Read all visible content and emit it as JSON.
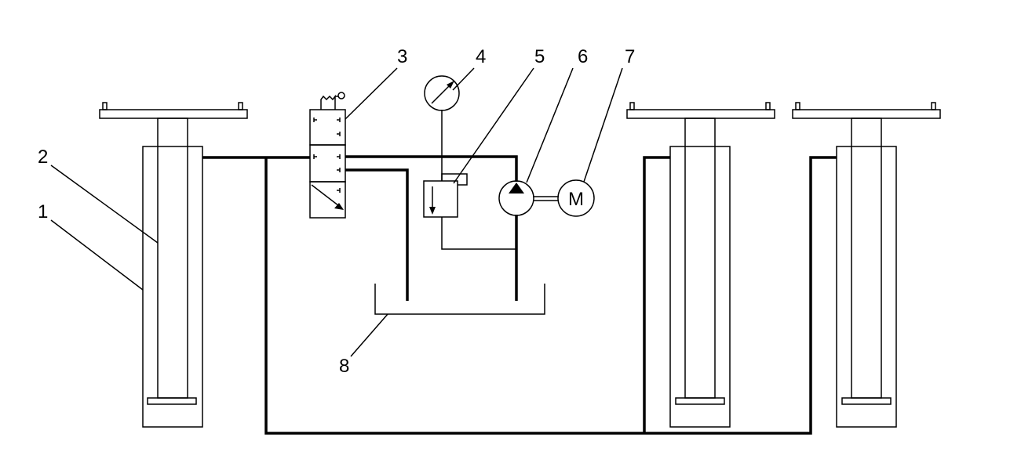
{
  "labels": {
    "cylinder_outer": "1",
    "cylinder_inner": "2",
    "valve": "3",
    "gauge": "4",
    "relief_valve": "5",
    "pump": "6",
    "motor": "7",
    "tank": "8"
  },
  "motor_symbol": "M",
  "colors": {
    "line": "#000000",
    "background": "#ffffff"
  }
}
